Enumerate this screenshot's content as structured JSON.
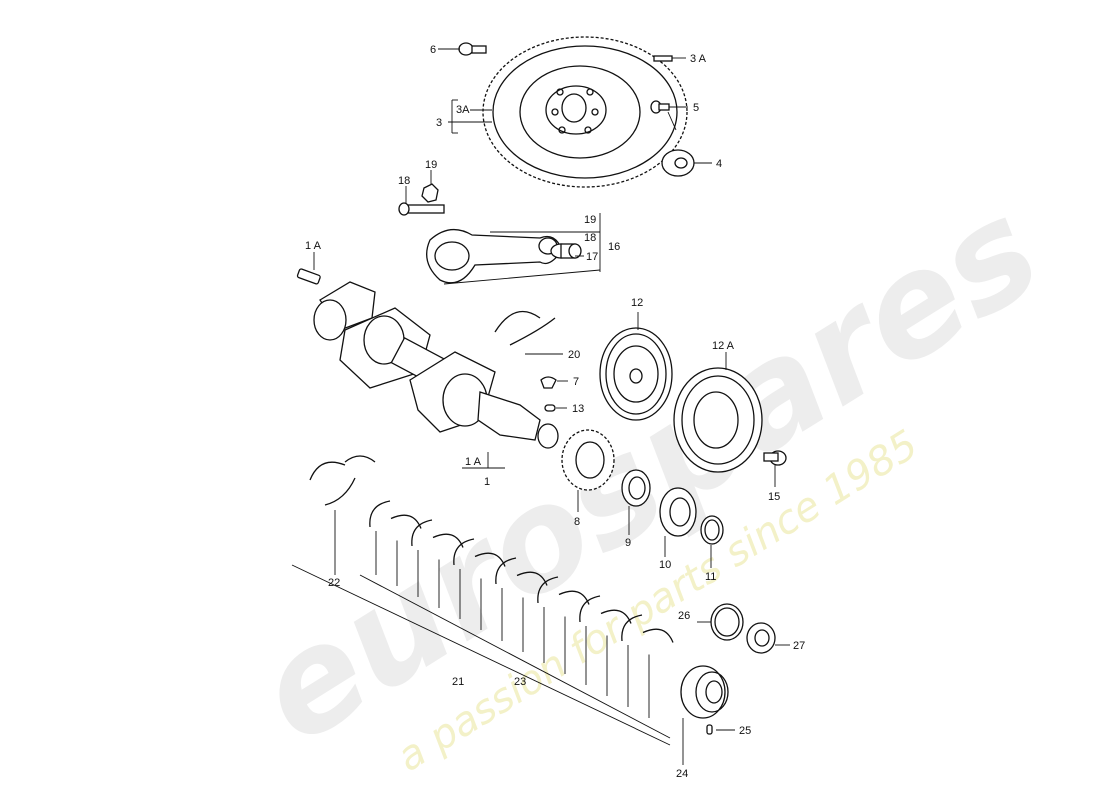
{
  "watermark": {
    "brand": "eurospares",
    "tagline": "a passion for parts since 1985"
  },
  "callouts": {
    "c6": "6",
    "c3A_top": "3 A",
    "c3": "3",
    "c3A_brace": "3A",
    "c5": "5",
    "c4": "4",
    "c18_left": "18",
    "c19_left": "19",
    "c19_group": "19",
    "c18_group": "18",
    "c17": "17",
    "c16": "16",
    "c1A_top": "1 A",
    "c12": "12",
    "c12A": "12 A",
    "c20": "20",
    "c7": "7",
    "c13": "13",
    "c1A_bottom": "1 A",
    "c1": "1",
    "c15": "15",
    "c8": "8",
    "c9": "9",
    "c10": "10",
    "c11": "11",
    "c22": "22",
    "c26": "26",
    "c27": "27",
    "c21": "21",
    "c23": "23",
    "c25": "25",
    "c24": "24"
  },
  "colors": {
    "ink": "#111111",
    "watermark_grey": "#ededed",
    "watermark_yellow": "#f3f1c8"
  }
}
